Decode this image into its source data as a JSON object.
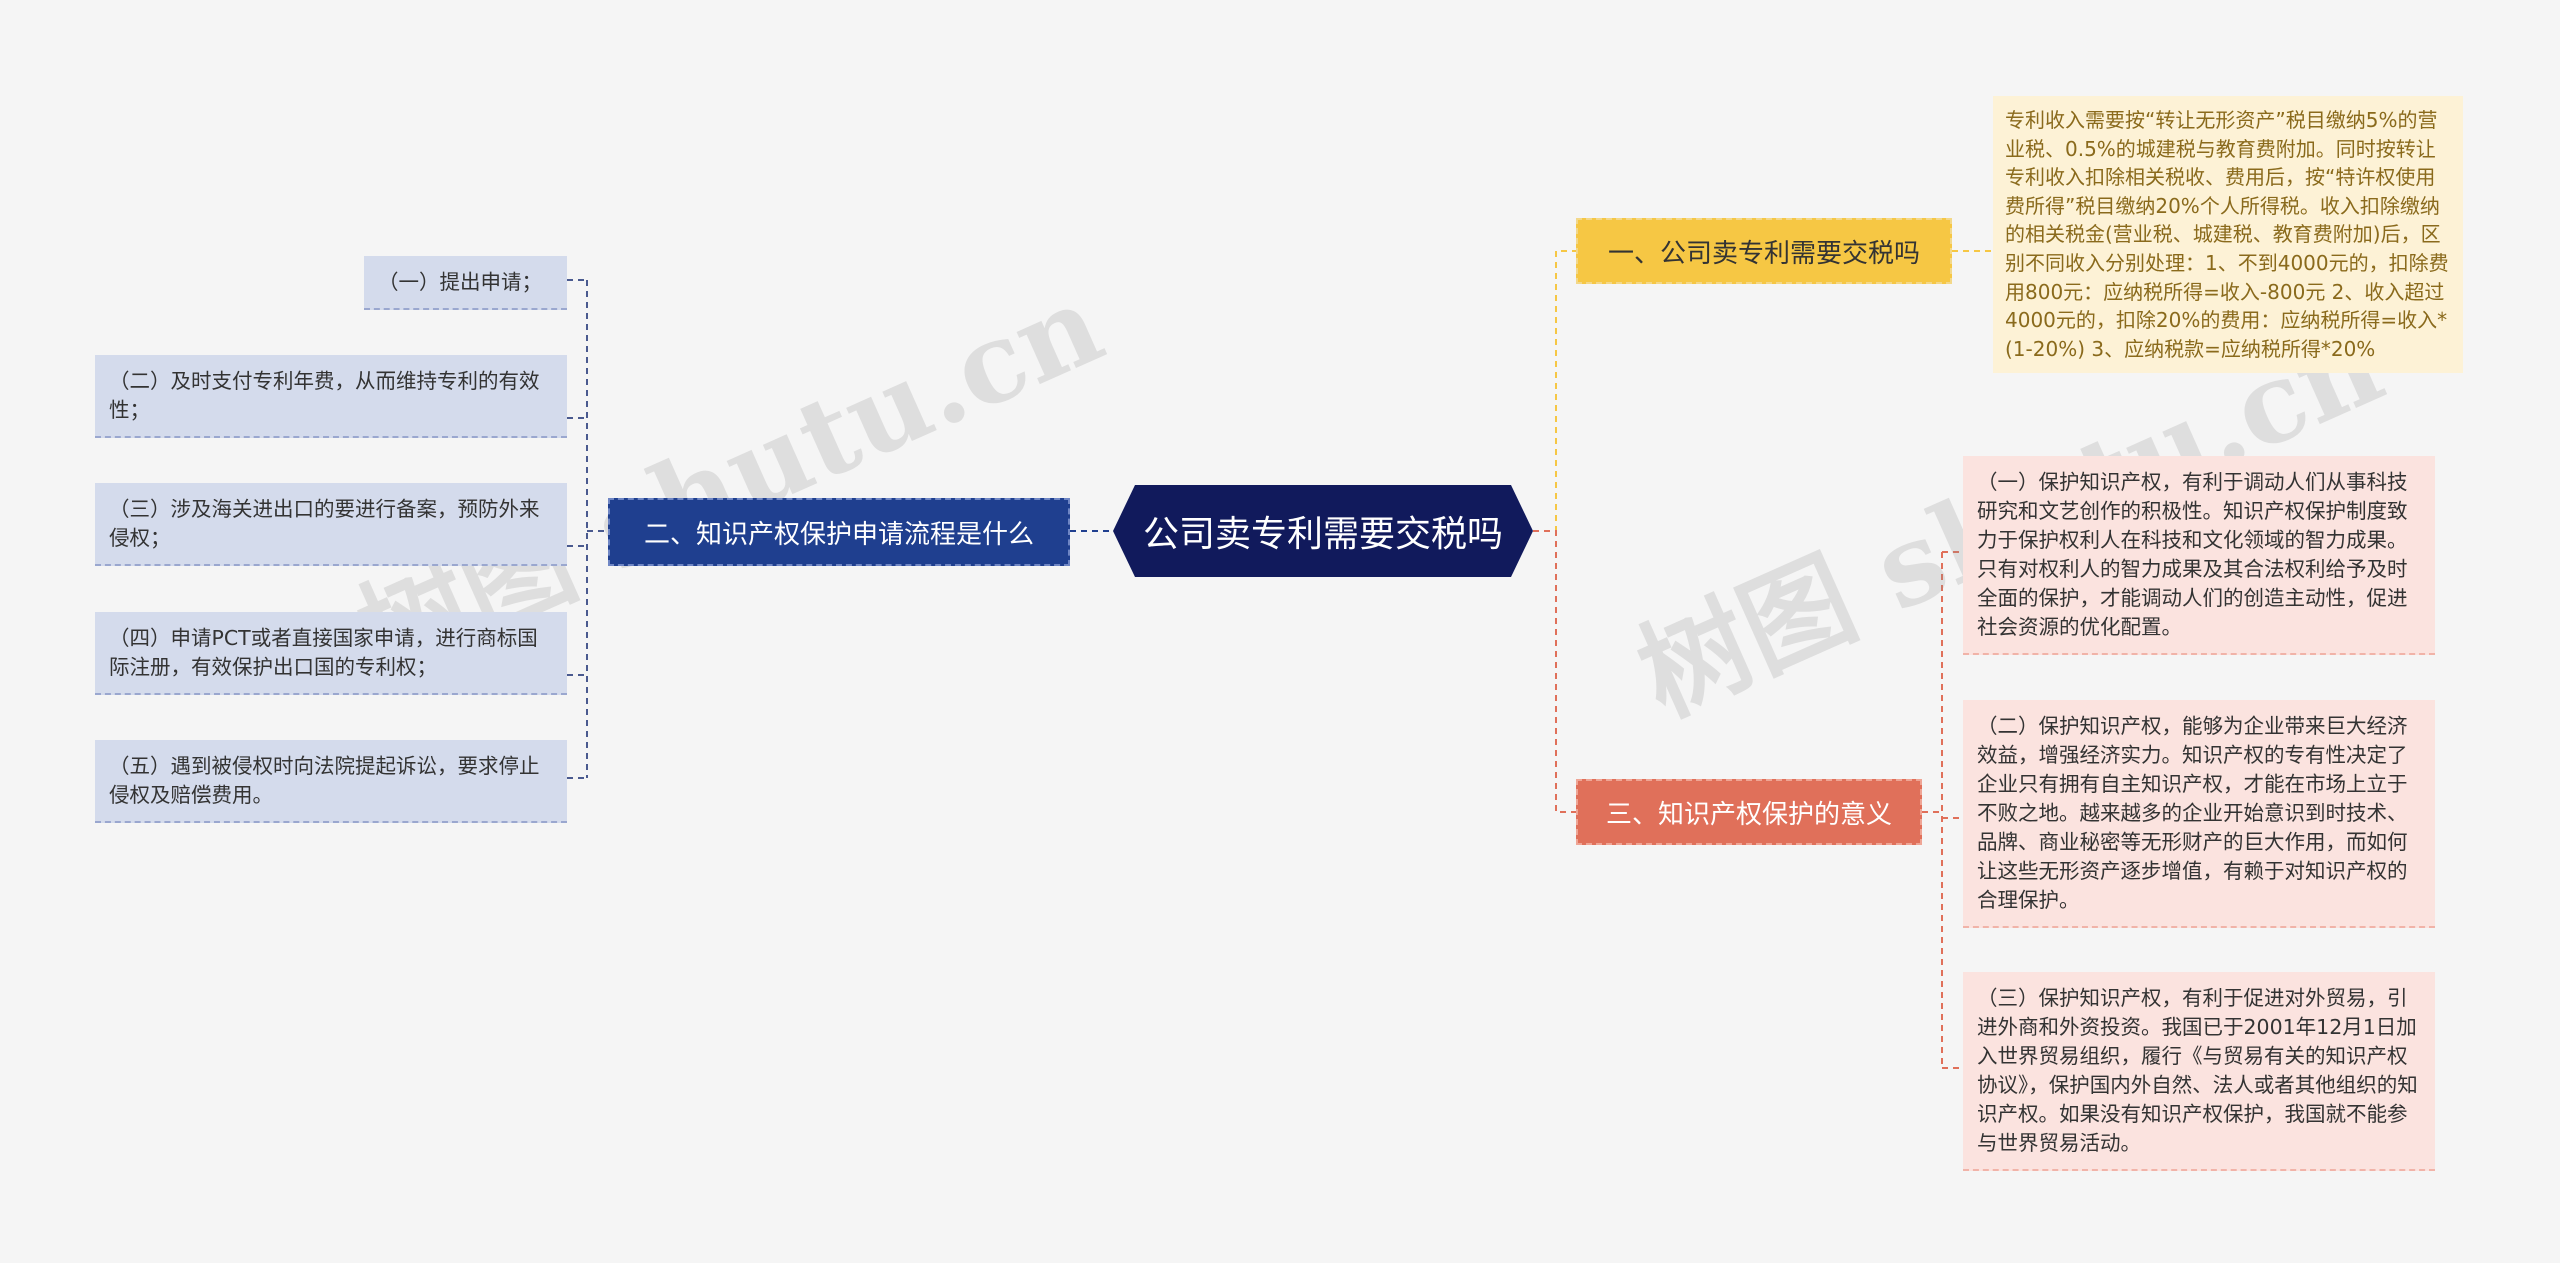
{
  "root": {
    "label": "公司卖专利需要交税吗"
  },
  "watermark": "树图 shutu.cn",
  "branches": {
    "left": {
      "label": "二、知识产权保护申请流程是什么",
      "items": [
        "（一）提出申请；",
        "（二）及时支付专利年费，从而维持专利的有效性；",
        "（三）涉及海关进出口的要进行备案，预防外来侵权；",
        "（四）申请PCT或者直接国家申请，进行商标国际注册，有效保护出口国的专利权；",
        "（五）遇到被侵权时向法院提起诉讼，要求停止侵权及赔偿费用。"
      ]
    },
    "top": {
      "label": "一、公司卖专利需要交税吗",
      "items": [
        "专利收入需要按“转让无形资产”税目缴纳5%的营业税、0.5%的城建税与教育费附加。同时按转让专利收入扣除相关税收、费用后，按“特许权使用费所得”税目缴纳20%个人所得税。收入扣除缴纳的相关税金(营业税、城建税、教育费附加)后，区别不同收入分别处理：1、不到4000元的，扣除费用800元：应纳税所得=收入-800元 2、收入超过4000元的，扣除20%的费用：应纳税所得=收入*(1-20%) 3、应纳税款=应纳税所得*20%"
      ]
    },
    "bottom": {
      "label": "三、知识产权保护的意义",
      "items": [
        "（一）保护知识产权，有利于调动人们从事科技研究和文艺创作的积极性。知识产权保护制度致力于保护权利人在科技和文化领域的智力成果。只有对权利人的智力成果及其合法权利给予及时全面的保护，才能调动人们的创造主动性，促进社会资源的优化配置。",
        "（二）保护知识产权，能够为企业带来巨大经济效益，增强经济实力。知识产权的专有性决定了企业只有拥有自主知识产权，才能在市场上立于不败之地。越来越多的企业开始意识到时技术、品牌、商业秘密等无形财产的巨大作用，而如何让这些无形资产逐步增值，有赖于对知识产权的合理保护。",
        "（三）保护知识产权，有利于促进对外贸易，引进外商和外资投资。我国已于2001年12月1日加入世界贸易组织，履行《与贸易有关的知识产权协议》，保护国内外自然、法人或者其他组织的知识产权。如果没有知识产权保护，我国就不能参与世界贸易活动。"
      ]
    }
  },
  "colors": {
    "root": "#111a5c",
    "left": "#1f3f8f",
    "top": "#f6c744",
    "bottom": "#e0705a",
    "background": "#f5f5f5"
  }
}
